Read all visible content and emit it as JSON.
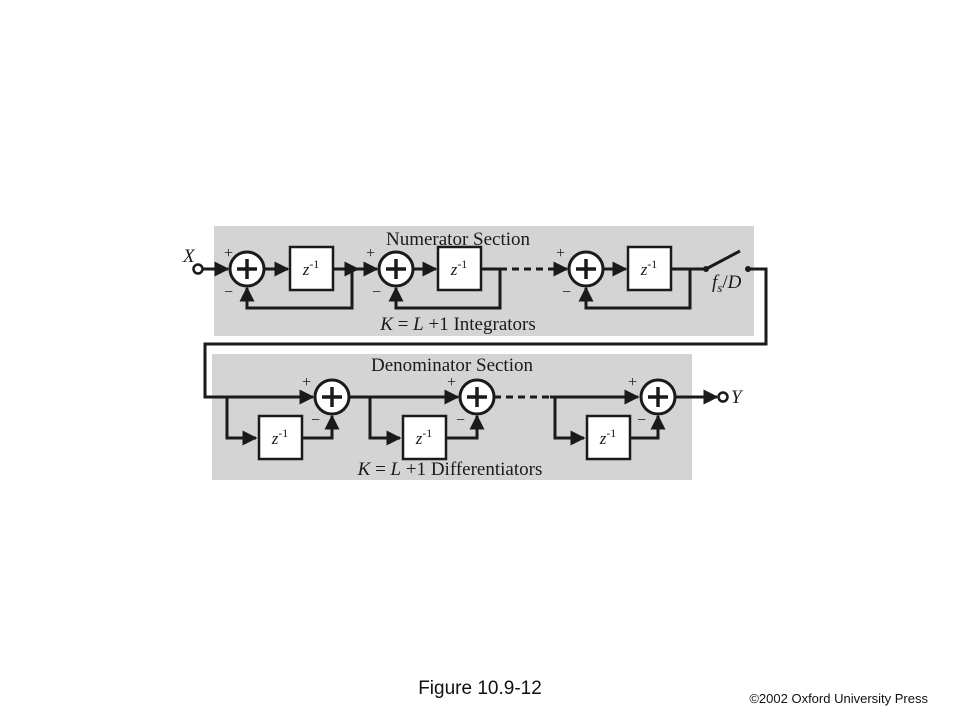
{
  "numerator": {
    "title": "Numerator Section",
    "count_label": "K = L +1 Integrators",
    "input_label": "X",
    "delay_label": "z-1",
    "switch_label": "fs/D"
  },
  "denominator": {
    "title": "Denominator Section",
    "count_label": "K = L +1 Differentiators",
    "output_label": "Y",
    "delay_label": "z-1"
  },
  "signs": {
    "plus": "+",
    "minus": "−"
  },
  "caption": "Figure 10.9-12",
  "copyright": "©2002 Oxford University Press"
}
